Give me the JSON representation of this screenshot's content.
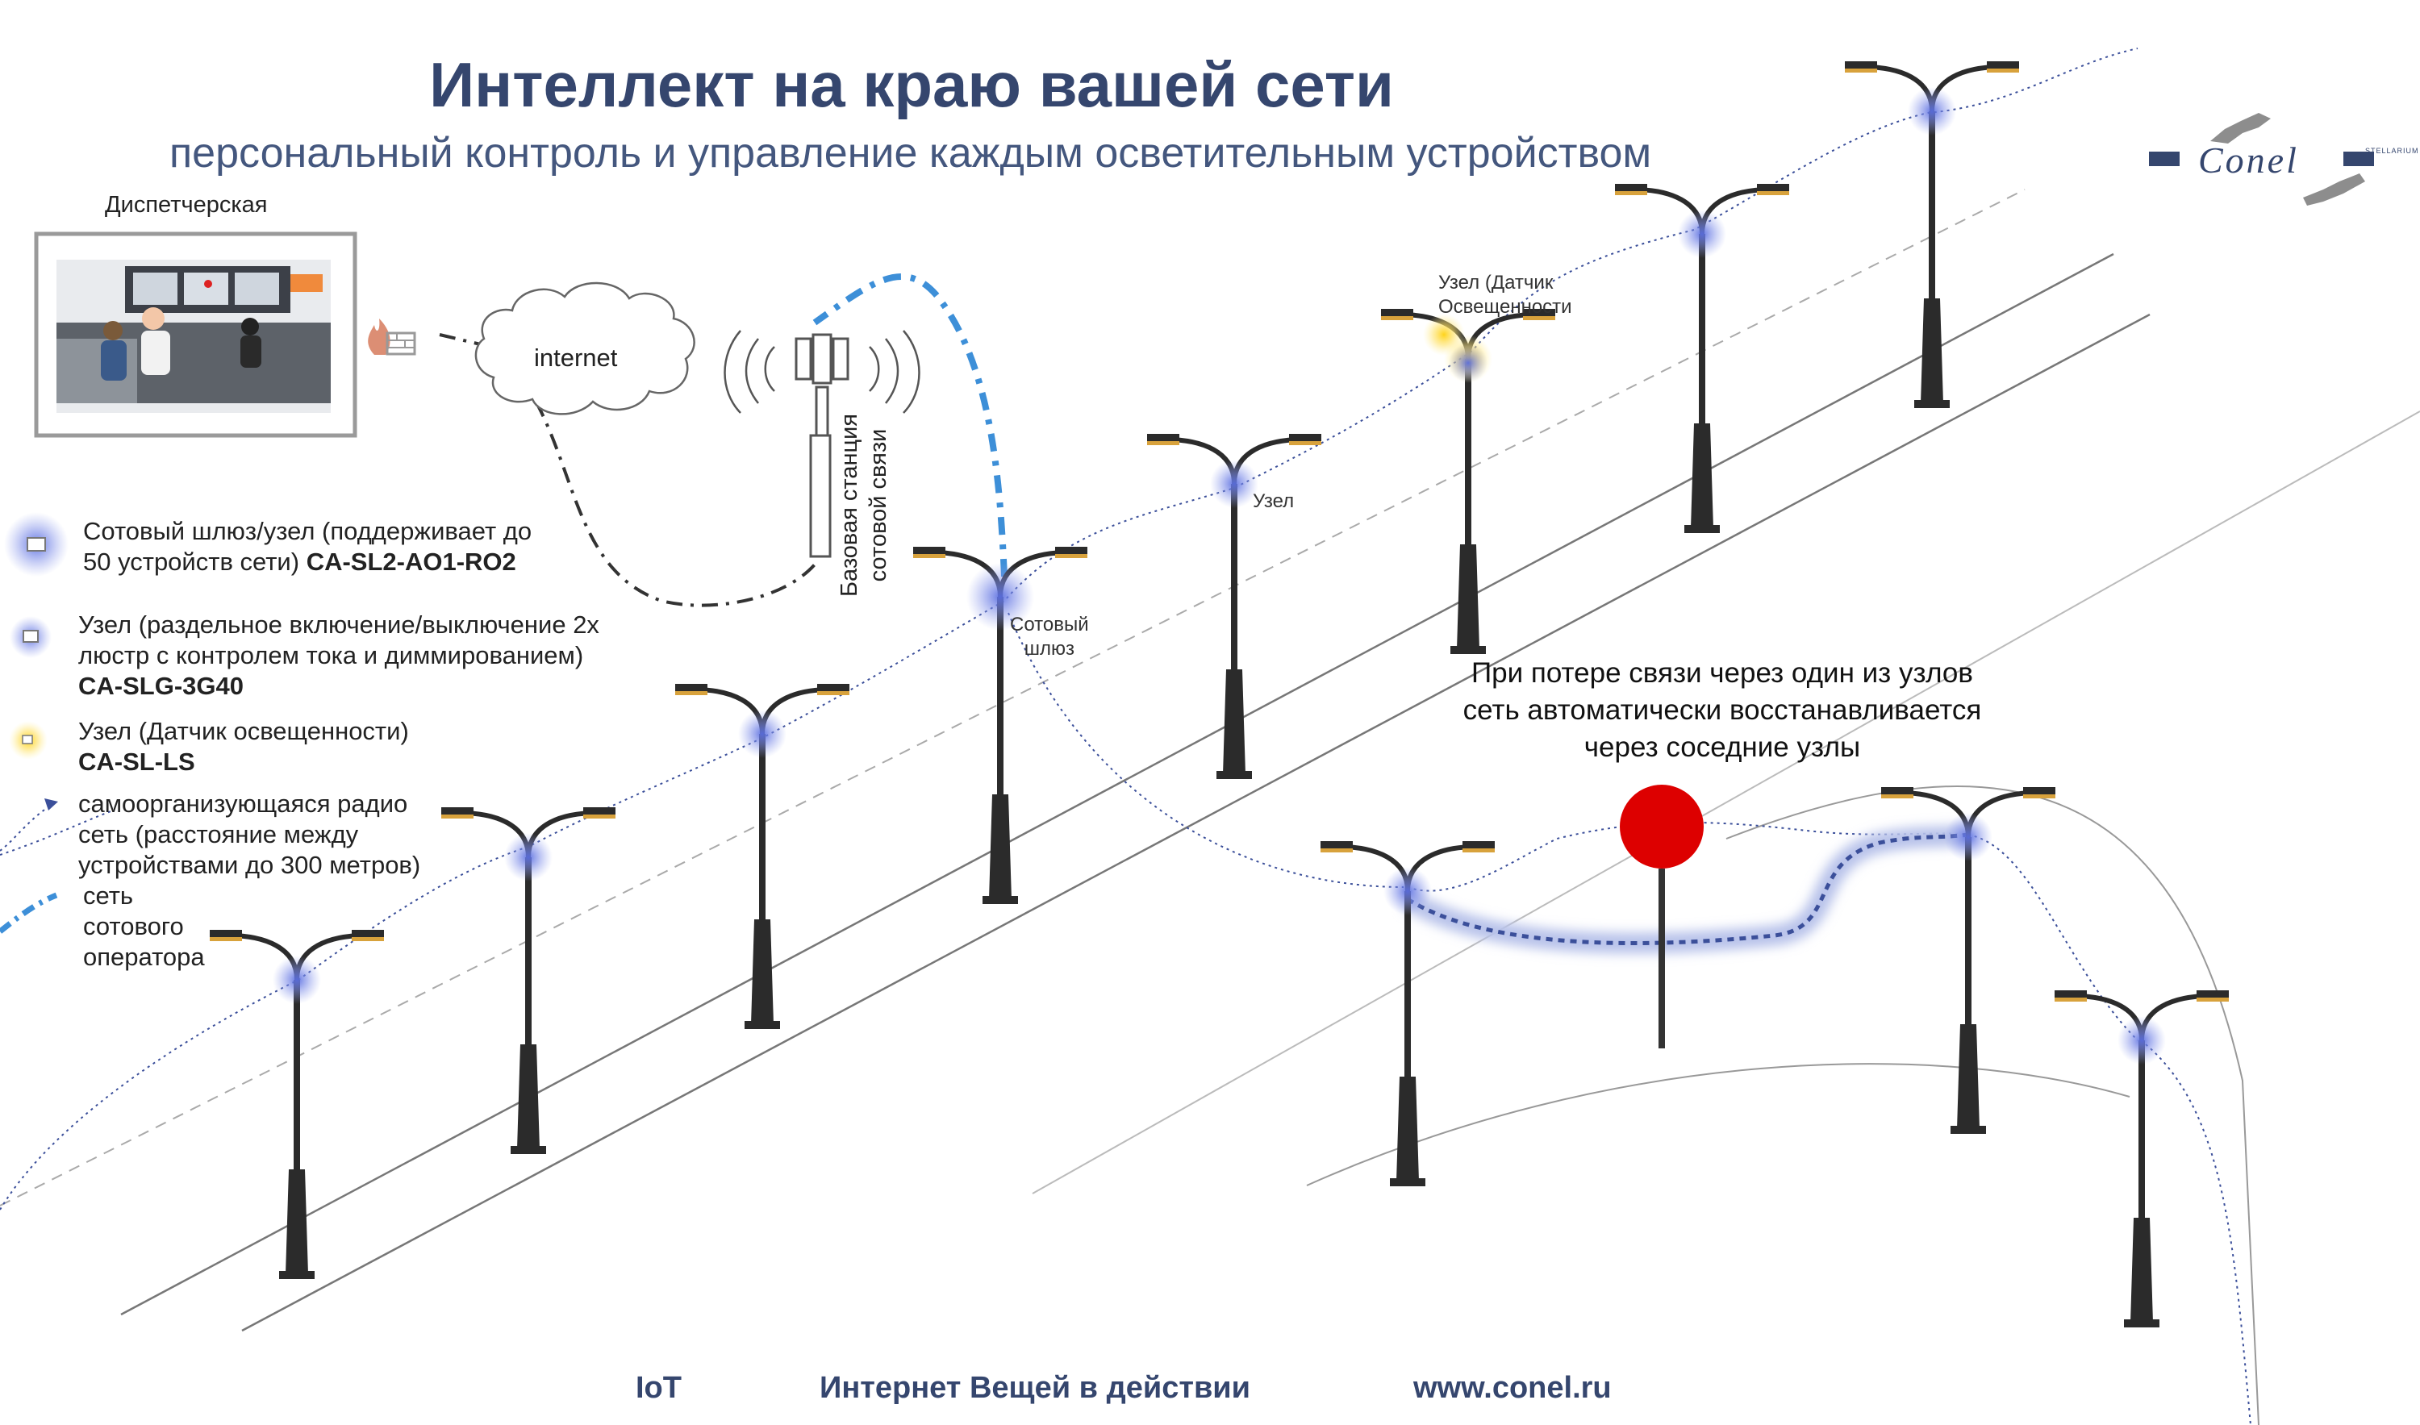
{
  "header": {
    "title": "Интеллект на краю вашей сети",
    "subtitle": "персональный контроль и управление каждым осветительным устройством"
  },
  "logo": {
    "name": "Conel",
    "tagline": "STELLARIUM"
  },
  "control_room": {
    "label": "Диспетчерская"
  },
  "cloud": {
    "label": "internet"
  },
  "tower": {
    "label_line1": "Базовая станция",
    "label_line2": "сотовой связи"
  },
  "legend": {
    "gateway_line1": "Сотовый шлюз/узел (поддерживает до",
    "gateway_line2": "50 устройств сети) ",
    "gateway_model": "CA-SL2-AO1-RO2",
    "node_line1": "Узел (раздельное включение/выключение  2х",
    "node_line2": "люстр с контролем тока  и диммированием)",
    "node_model": "CA-SLG-3G40",
    "sensor_line1": "Узел (Датчик освещенности)",
    "sensor_model": "CA-SL-LS",
    "mesh_line1": "самоорганизующаяся радио",
    "mesh_line2": "сеть (расстояние между",
    "mesh_line3": "устройствами  до 300 метров)",
    "cell_line1": "сеть",
    "cell_line2": "сотового",
    "cell_line3": "оператора"
  },
  "callouts": {
    "gateway_line1": "Сотовый",
    "gateway_line2": "шлюз",
    "node": "Узел",
    "sensor_line1": "Узел (Датчик",
    "sensor_line2": "Освещенности"
  },
  "note": {
    "line1": "При потере связи через один из узлов",
    "line2": "сеть автоматически восстанавливается",
    "line3": "через соседние узлы"
  },
  "footer": {
    "iot": "IoT",
    "tagline": "Интернет Вещей в действии",
    "url": "www.conel.ru"
  },
  "colors": {
    "title": "#35466e",
    "node_glow": "#4a5fd4",
    "sensor_glow": "#f2c200",
    "failure": "#dd0000",
    "cell_link": "#3d8fd8",
    "mesh_link": "#3b4f9a"
  }
}
